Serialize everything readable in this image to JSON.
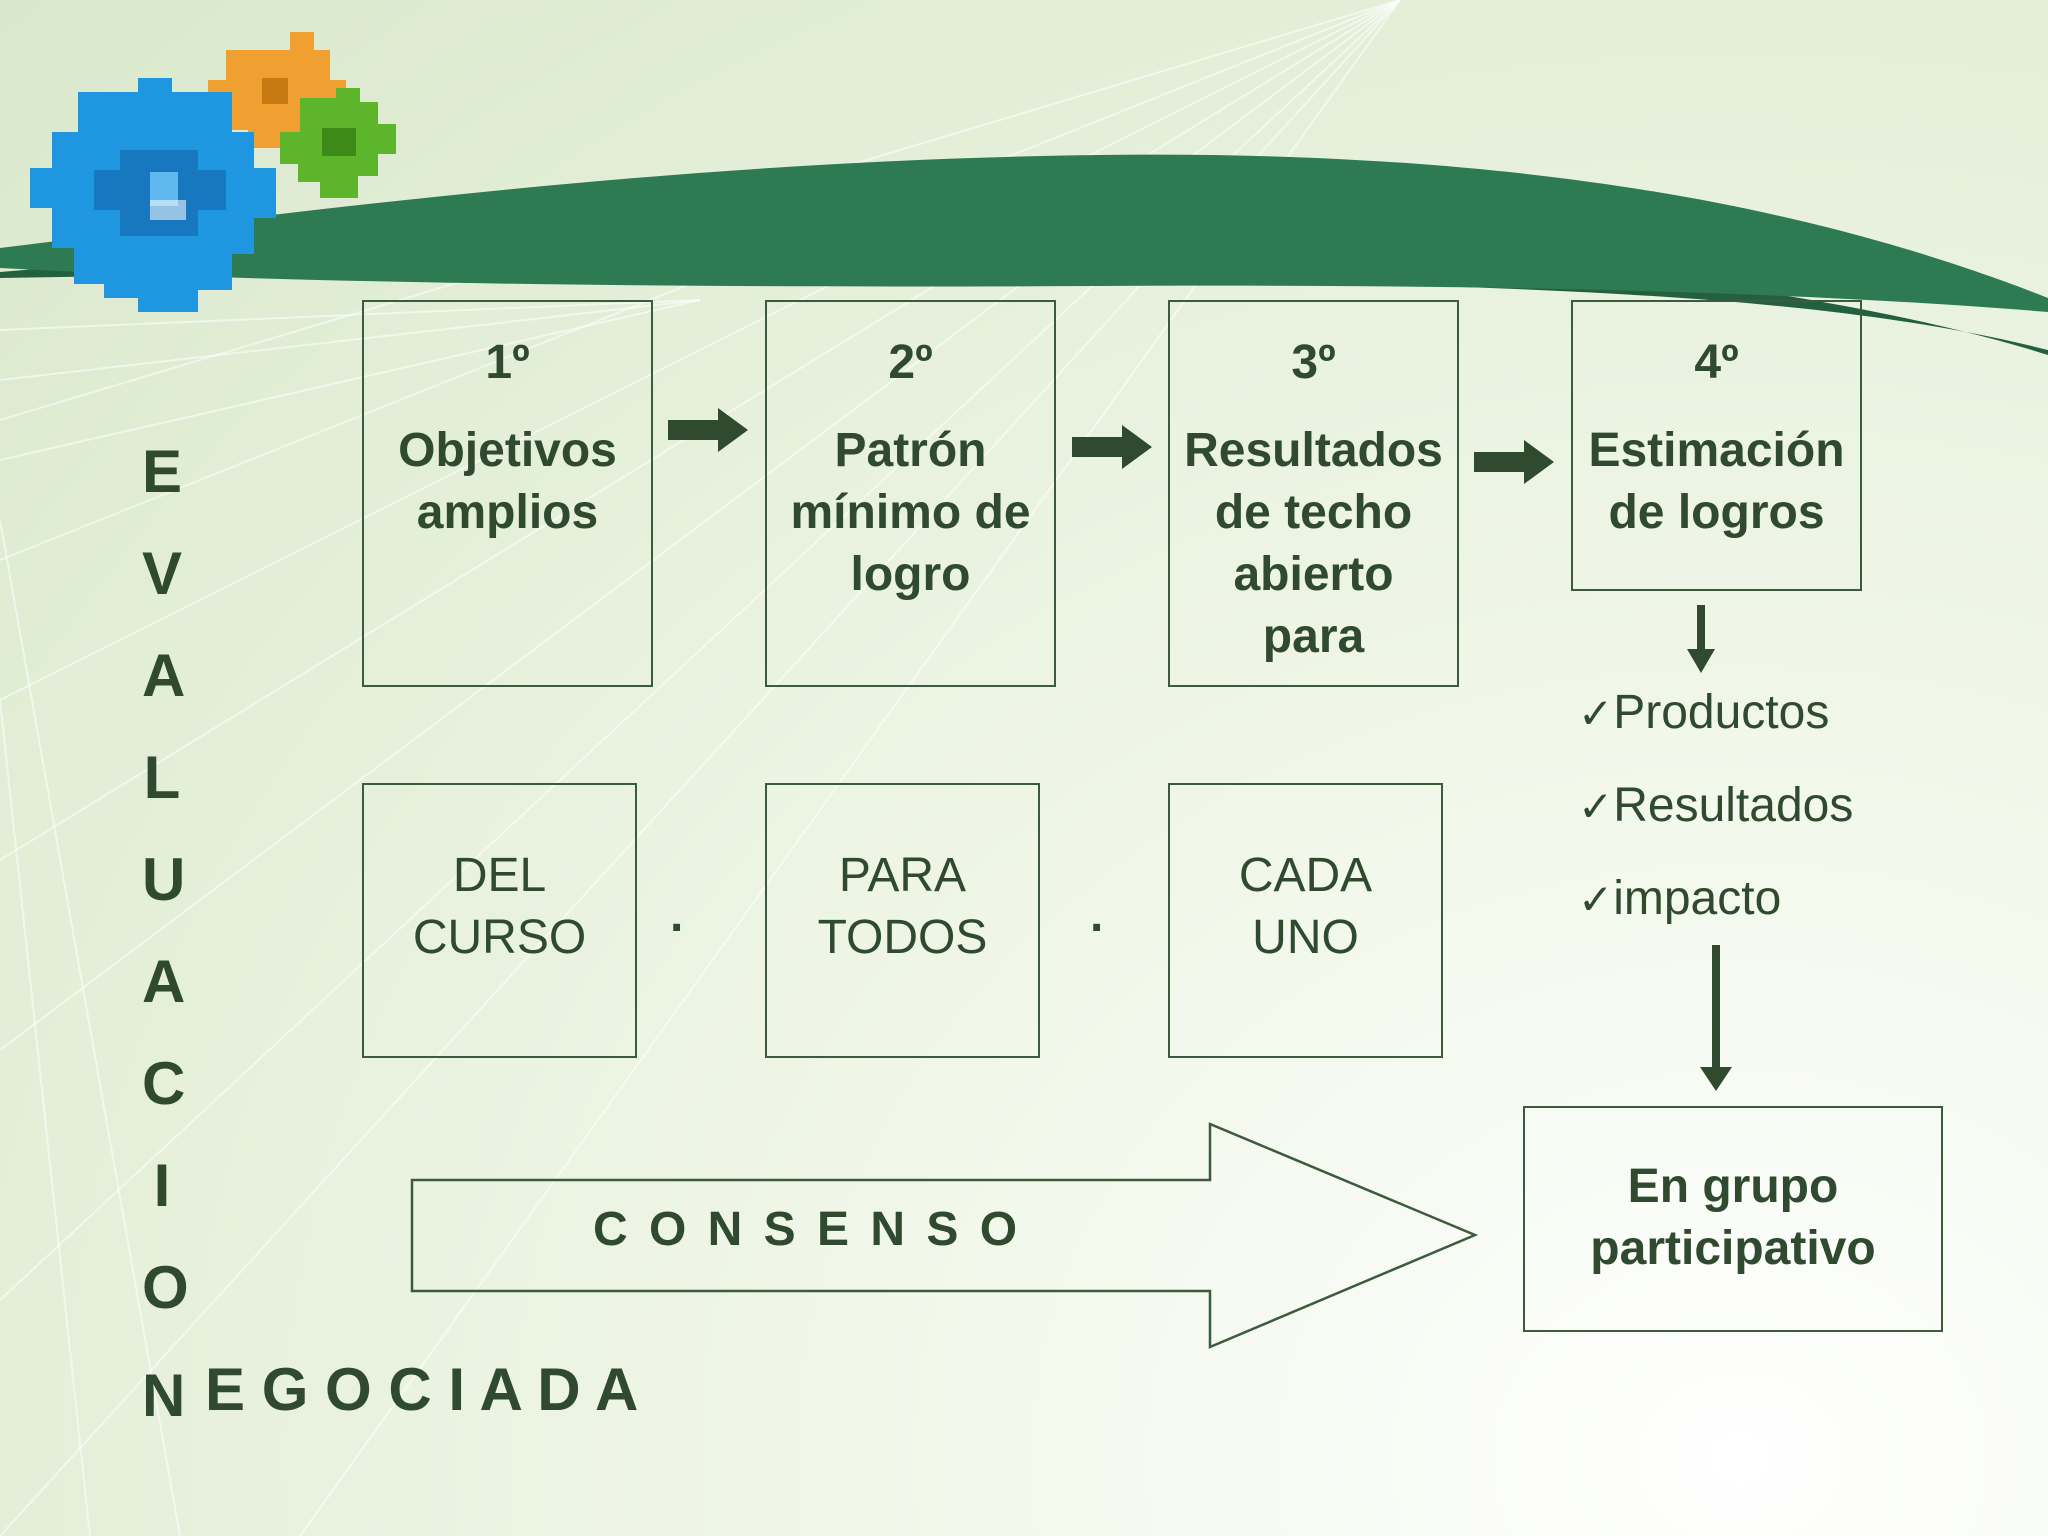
{
  "steps": [
    {
      "num": "1º",
      "text": "Objetivos\namplios"
    },
    {
      "num": "2º",
      "text": "Patrón\nmínimo de\nlogro"
    },
    {
      "num": "3º",
      "text": "Resultados\nde techo\nabierto\npara"
    },
    {
      "num": "4º",
      "text": "Estimación\nde logros"
    }
  ],
  "scope_boxes": [
    {
      "text": "DEL\nCURSO"
    },
    {
      "text": "PARA\nTODOS"
    },
    {
      "text": "CADA\nUNO"
    }
  ],
  "separators": [
    ".",
    "."
  ],
  "checklist": [
    "Productos",
    "Resultados",
    "impacto"
  ],
  "check_mark": "✓",
  "consensus_label": "C O N S E N S O",
  "group_box": "En grupo\nparticipativo",
  "vertical_word": [
    "E",
    "V",
    "A",
    "L",
    "U",
    "A",
    "C",
    "I",
    "O",
    "N"
  ],
  "horizontal_word": "E G O C I A D A",
  "colors": {
    "text": "#2f4a2f",
    "border": "#3c5a3c",
    "ribbon": "#2e7a52",
    "ribbon_dark": "#24603f",
    "puzzle_blue": "#1f97e0",
    "puzzle_orange": "#f0a030",
    "puzzle_green": "#5cb52a"
  }
}
